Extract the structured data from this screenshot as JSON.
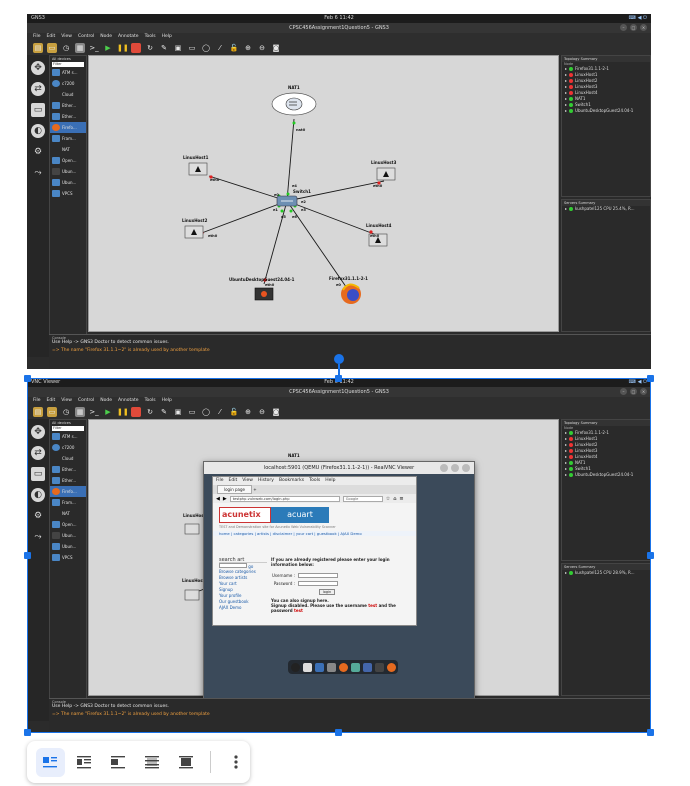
{
  "os_bar": {
    "app": "GNS3",
    "app2": "VNC Viewer",
    "clock": "Feb 6 11:42",
    "status": "⌨ ◀ ⏻"
  },
  "gns3": {
    "title": "CPSC456Assignment1Question5 - GNS3",
    "menus": [
      "File",
      "Edit",
      "View",
      "Control",
      "Node",
      "Annotate",
      "Tools",
      "Help"
    ],
    "devices_header": "All devices",
    "filter_placeholder": "Filter",
    "devices": [
      "ATM s...",
      "c7200",
      "Cloud",
      "Ether...",
      "Ether...",
      "Firefo...",
      "Fram...",
      "NAT",
      "Open...",
      "Ubun...",
      "Ubun...",
      "VPCS"
    ],
    "new_template": "New template",
    "nodes": {
      "nat": "NAT1",
      "switch": "Switch1",
      "lh1": "LinuxHost1",
      "lh2": "LinuxHost2",
      "lh3": "LinuxHost3",
      "lh4": "LinuxHost4",
      "ubuntu": "UbuntuDesktopGuest24.04-1",
      "firefox": "Firefox31.1.1-2-1"
    },
    "ports": {
      "nat0": "nat0",
      "e4": "e4",
      "e0": "e0",
      "e1": "e1",
      "e2": "e2",
      "e3": "e3",
      "e5": "e5",
      "e6": "e6",
      "eth0": "eth0",
      "e0b": "e0"
    },
    "topology": {
      "header": "Topology Summary",
      "col": "Node",
      "items": [
        "Firefox31.1.1-2-1",
        "LinuxHost1",
        "LinuxHost2",
        "LinuxHost3",
        "LinuxHost4",
        "NAT1",
        "Switch1",
        "UbuntuDesktopGuest24.04-1"
      ]
    },
    "servers": {
      "header": "Servers Summary",
      "item": "kushpatel125 CPU 25.4%, R...",
      "item2": "kushpatel125 CPU 28.9%, R..."
    },
    "console": {
      "header": "Console",
      "line1": "Use Help -> GNS3 Doctor to detect common issues.",
      "line2": "=> The name \"Firefox 31.1.1~2\" is already used by another template"
    }
  },
  "vnc": {
    "title": "localhost:5901 (QEMU (Firefox31.1.1-2-1)) - RealVNC Viewer",
    "ff_menus": [
      "File",
      "Edit",
      "View",
      "History",
      "Bookmarks",
      "Tools",
      "Help"
    ],
    "tab": "login page",
    "url": "testphp.vulnweb.com/login.php",
    "search": "Google",
    "logo_a": "acunetix",
    "logo_b": "acuart",
    "note": "TEST and Demonstration site for Acunetix Web Vulnerability Scanner",
    "nav": "home | categories | artists | disclaimer | your cart | guestbook | AJAX Demo",
    "side_title": "search art",
    "side_go": "go",
    "side_links": [
      "Browse categories",
      "Browse artists",
      "Your cart",
      "Signup",
      "Your profile",
      "Our guestbook",
      "AJAX Demo"
    ],
    "main_msg": "If you are already registered please enter your login information below:",
    "username": "Username :",
    "password": "Password :",
    "login": "login",
    "signup1": "You can also signup here.",
    "signup2": "Signup disabled. Please use the username",
    "test1": "test",
    "signup3": "and the password",
    "test2": "test"
  }
}
